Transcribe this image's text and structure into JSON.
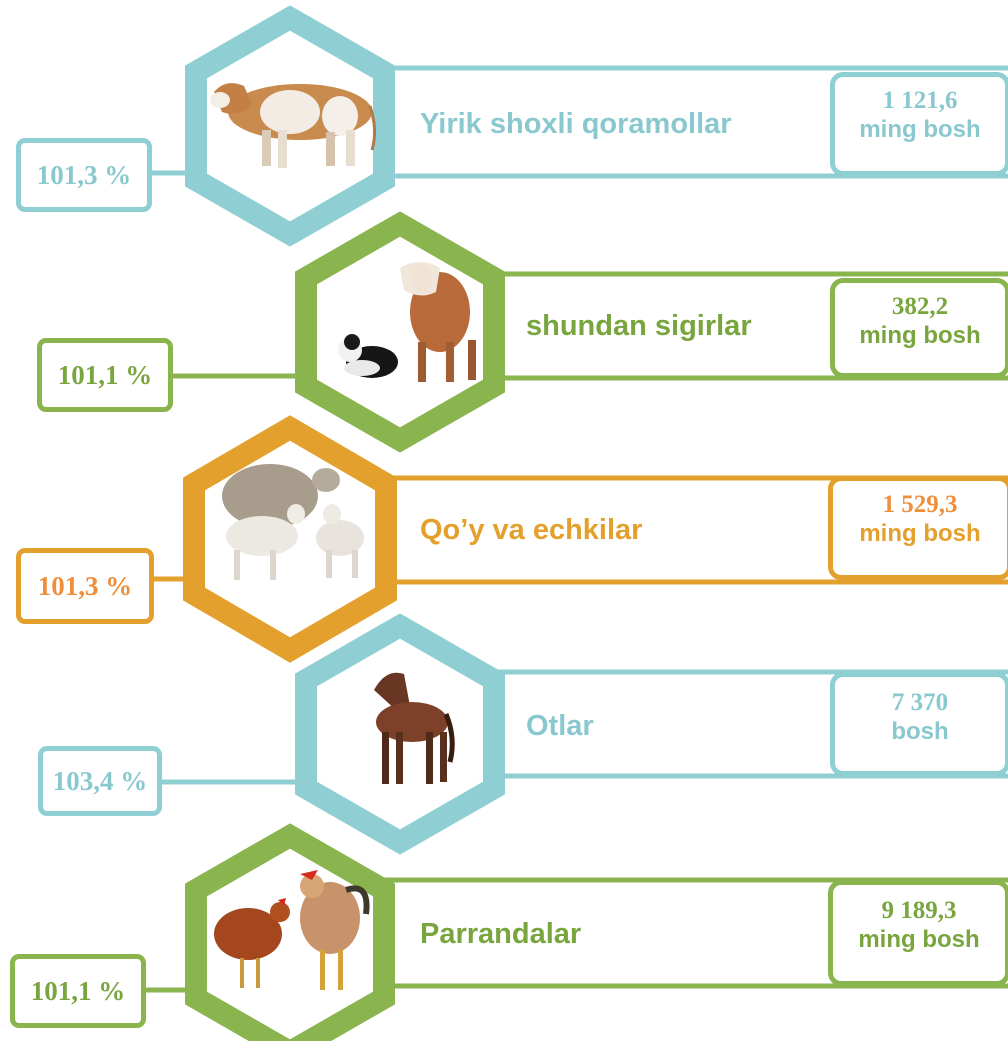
{
  "colors": {
    "teal": "#8fcfd3",
    "green": "#8ab44e",
    "orange": "#e4a02c",
    "teal_text": "#89c8cf",
    "green_text": "#79a53e",
    "orange_text": "#ef8f3c"
  },
  "rows": [
    {
      "id": "cattle",
      "icon": "cattle-image",
      "color": "teal",
      "percent": "101,3 %",
      "label": "Yirik shoxli qoramollar",
      "value": "1 121,6",
      "unit": "ming bosh"
    },
    {
      "id": "cows",
      "icon": "cow-and-calf-image",
      "color": "green",
      "percent": "101,1 %",
      "label": "shundan sigirlar",
      "value": "382,2",
      "unit": "ming bosh"
    },
    {
      "id": "sheep-goats",
      "icon": "sheep-image",
      "color": "orange",
      "percent": "101,3 %",
      "label": "Qo’y va echkilar",
      "value": "1 529,3",
      "unit": "ming bosh"
    },
    {
      "id": "horses",
      "icon": "horse-image",
      "color": "teal",
      "percent": "103,4 %",
      "label": "Otlar",
      "value": "7 370",
      "unit": "bosh"
    },
    {
      "id": "poultry",
      "icon": "chickens-image",
      "color": "green",
      "percent": "101,1 %",
      "label": "Parrandalar",
      "value": "9 189,3",
      "unit": "ming bosh"
    }
  ]
}
